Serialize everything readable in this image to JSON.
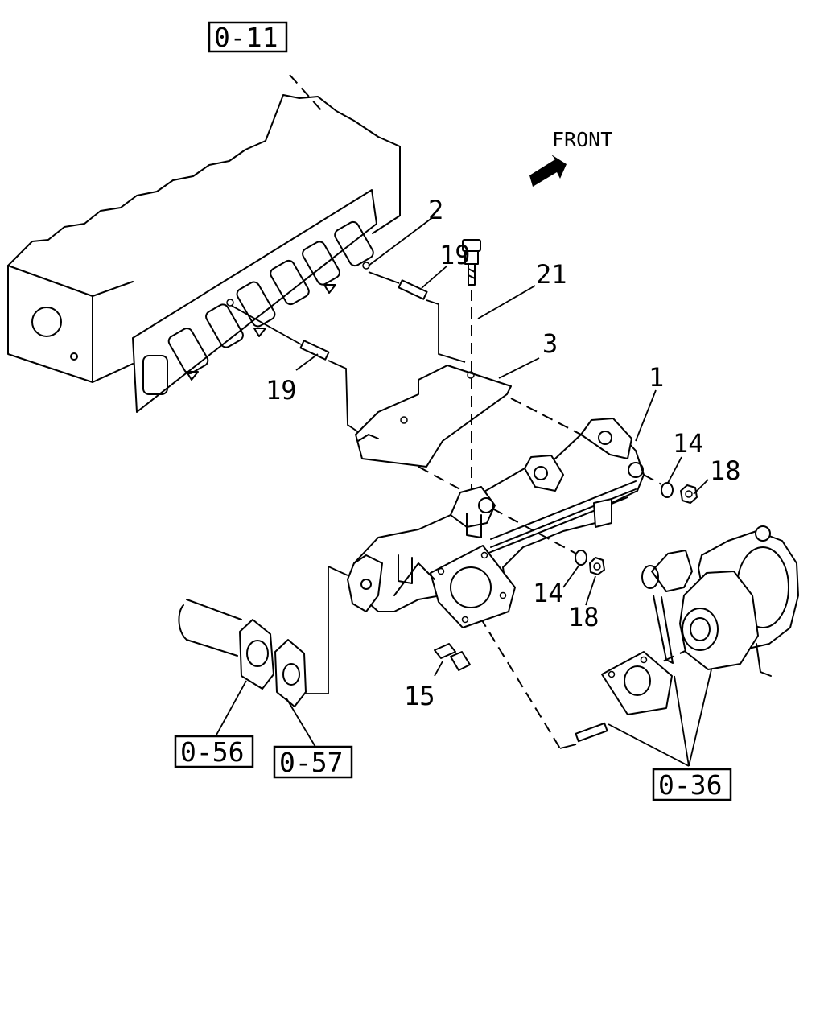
{
  "front_label": "FRONT",
  "callouts": {
    "c1": "1",
    "c2": "2",
    "c3": "3",
    "c14a": "14",
    "c14b": "14",
    "c15": "15",
    "c18a": "18",
    "c18b": "18",
    "c19a": "19",
    "c19b": "19",
    "c21": "21"
  },
  "refs": {
    "r011": "0-11",
    "r056": "0-56",
    "r057": "0-57",
    "r036": "0-36"
  }
}
